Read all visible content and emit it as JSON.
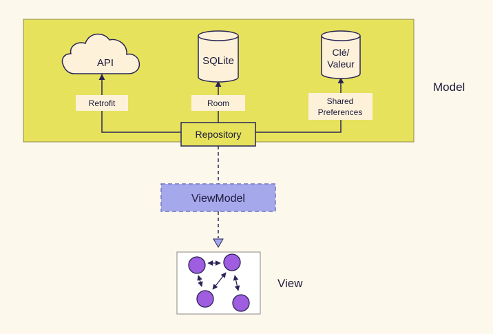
{
  "layers": {
    "model": "Model",
    "view": "View"
  },
  "sources": {
    "api": "API",
    "sqlite": "SQLite",
    "kv_line1": "Clé/",
    "kv_line2": "Valeur"
  },
  "adapters": {
    "retrofit": "Retrofit",
    "room": "Room",
    "shared_line1": "Shared",
    "shared_line2": "Preferences"
  },
  "repository": "Repository",
  "viewmodel": "ViewModel",
  "colors": {
    "background": "#fdf8ec",
    "model_fill": "#e6e25c",
    "adapter_fill": "#fdf1da",
    "viewmodel_fill": "#a6a8ec",
    "node_fill": "#9f5de0",
    "stroke": "#2a2456"
  }
}
